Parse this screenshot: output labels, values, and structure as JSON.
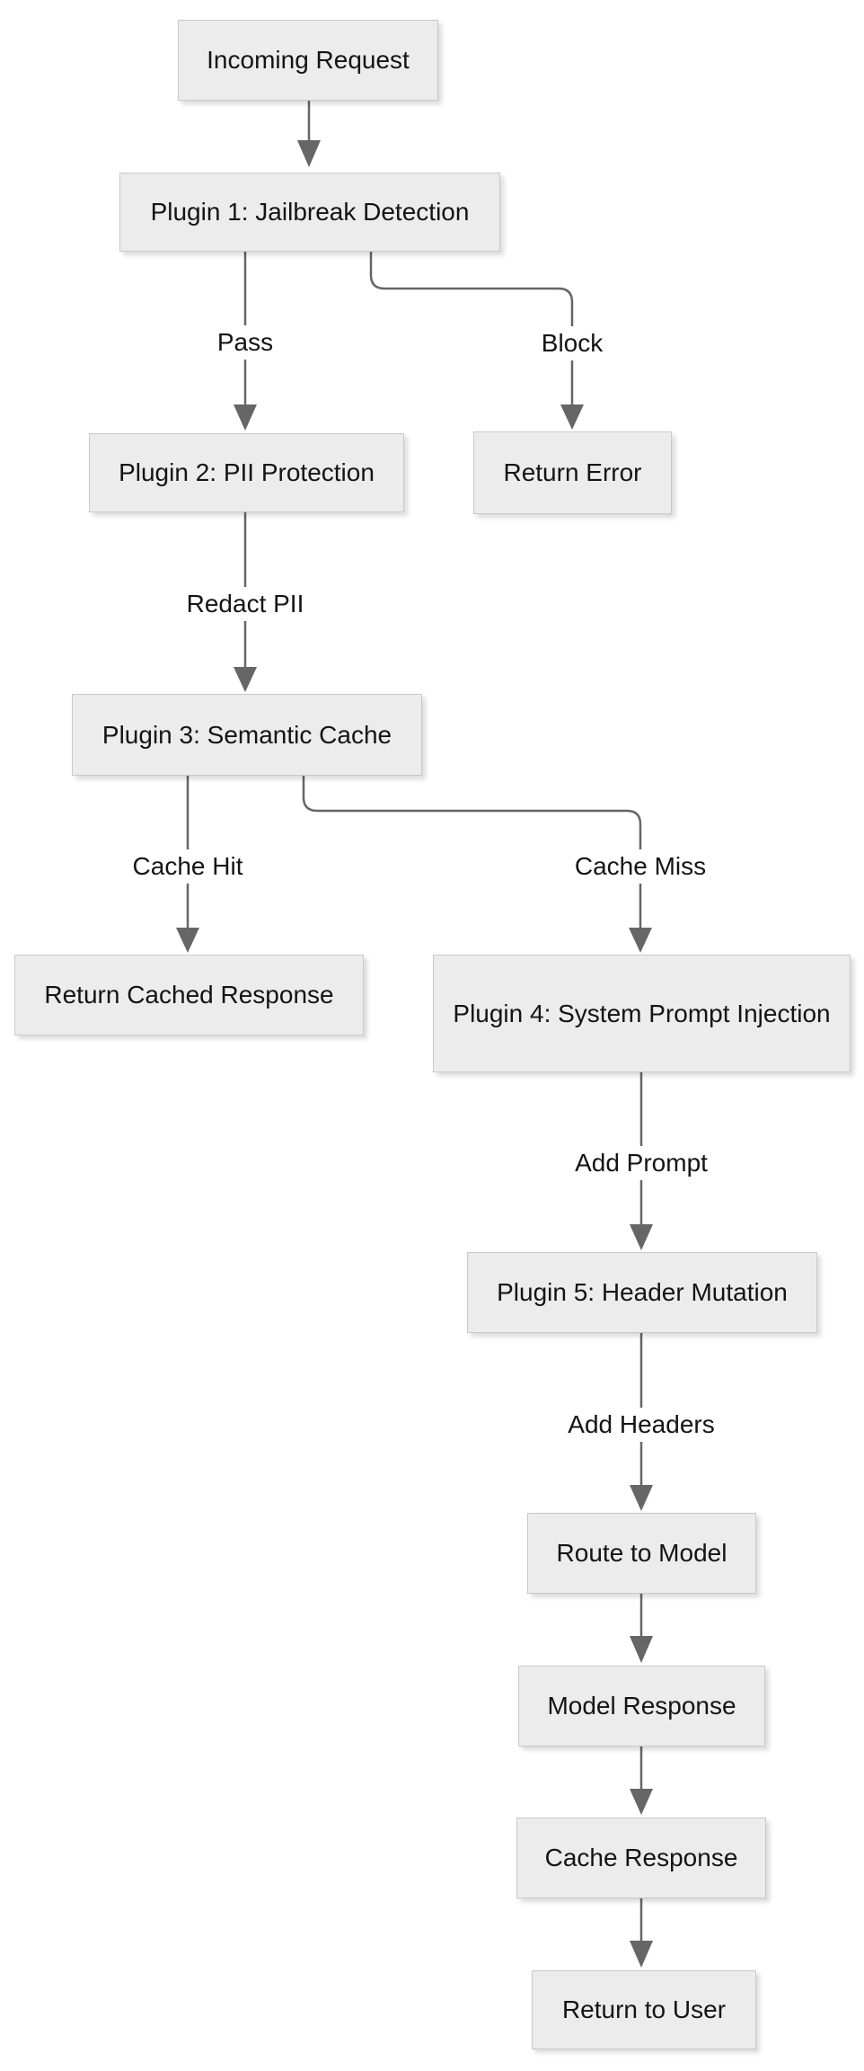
{
  "diagram": {
    "kind": "flowchart",
    "direction": "top-down",
    "colors": {
      "background": "#ffffff",
      "node_fill": "#ececec",
      "node_border": "#c9c9c9",
      "edge_line": "#666666",
      "arrowhead": "#666666",
      "text": "#141414"
    },
    "nodes": [
      {
        "id": "incoming_request",
        "label": "Incoming Request"
      },
      {
        "id": "plugin1",
        "label": "Plugin 1: Jailbreak Detection"
      },
      {
        "id": "plugin2",
        "label": "Plugin 2: PII Protection"
      },
      {
        "id": "return_error",
        "label": "Return Error"
      },
      {
        "id": "plugin3",
        "label": "Plugin 3: Semantic Cache"
      },
      {
        "id": "return_cached_response",
        "label": "Return Cached Response"
      },
      {
        "id": "plugin4",
        "label": "Plugin 4: System Prompt Injection"
      },
      {
        "id": "plugin5",
        "label": "Plugin 5: Header Mutation"
      },
      {
        "id": "route_to_model",
        "label": "Route to Model"
      },
      {
        "id": "model_response",
        "label": "Model Response"
      },
      {
        "id": "cache_response",
        "label": "Cache Response"
      },
      {
        "id": "return_to_user",
        "label": "Return to User"
      }
    ],
    "edges": [
      {
        "from": "incoming_request",
        "to": "plugin1",
        "label": ""
      },
      {
        "from": "plugin1",
        "to": "plugin2",
        "label": "Pass"
      },
      {
        "from": "plugin1",
        "to": "return_error",
        "label": "Block"
      },
      {
        "from": "plugin2",
        "to": "plugin3",
        "label": "Redact PII"
      },
      {
        "from": "plugin3",
        "to": "return_cached_response",
        "label": "Cache Hit"
      },
      {
        "from": "plugin3",
        "to": "plugin4",
        "label": "Cache Miss"
      },
      {
        "from": "plugin4",
        "to": "plugin5",
        "label": "Add Prompt"
      },
      {
        "from": "plugin5",
        "to": "route_to_model",
        "label": "Add Headers"
      },
      {
        "from": "route_to_model",
        "to": "model_response",
        "label": ""
      },
      {
        "from": "model_response",
        "to": "cache_response",
        "label": ""
      },
      {
        "from": "cache_response",
        "to": "return_to_user",
        "label": ""
      }
    ]
  }
}
